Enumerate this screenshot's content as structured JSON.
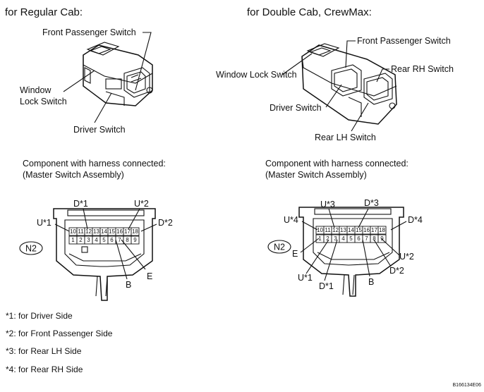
{
  "regular": {
    "heading": "for Regular Cab:",
    "front_passenger": "Front Passenger Switch",
    "window_lock_1": "Window",
    "window_lock_2": "Lock Switch",
    "driver": "Driver Switch",
    "component_1": "Component with harness connected:",
    "component_2": "(Master Switch Assembly)",
    "connector_id": "N2",
    "pins_top": [
      "10",
      "11",
      "12",
      "13",
      "14",
      "15",
      "16",
      "17",
      "18"
    ],
    "pins_bottom": [
      "1",
      "2",
      "3",
      "4",
      "5",
      "6",
      "7",
      "8",
      "9"
    ],
    "callouts": {
      "d1": "D*1",
      "u2": "U*2",
      "u1": "U*1",
      "d2": "D*2",
      "b": "B",
      "e": "E"
    }
  },
  "double": {
    "heading": "for Double Cab, CrewMax:",
    "front_passenger": "Front Passenger Switch",
    "window_lock": "Window Lock Switch",
    "rear_rh": "Rear RH Switch",
    "driver": "Driver Switch",
    "rear_lh": "Rear LH Switch",
    "component_1": "Component with harness connected:",
    "component_2": "(Master Switch Assembly)",
    "connector_id": "N2",
    "pins_top": [
      "10",
      "11",
      "12",
      "13",
      "14",
      "15",
      "16",
      "17",
      "18"
    ],
    "pins_bottom": [
      "1",
      "2",
      "3",
      "4",
      "5",
      "6",
      "7",
      "8",
      "9"
    ],
    "callouts": {
      "u3": "U*3",
      "d3": "D*3",
      "u4": "U*4",
      "d4": "D*4",
      "e": "E",
      "u2": "U*2",
      "u1": "U*1",
      "d2": "D*2",
      "d1": "D*1",
      "b": "B"
    }
  },
  "footnotes": [
    "*1: for Driver Side",
    "*2: for Front Passenger Side",
    "*3: for Rear LH Side",
    "*4: for Rear RH Side"
  ],
  "figure_code": "B166134E06"
}
